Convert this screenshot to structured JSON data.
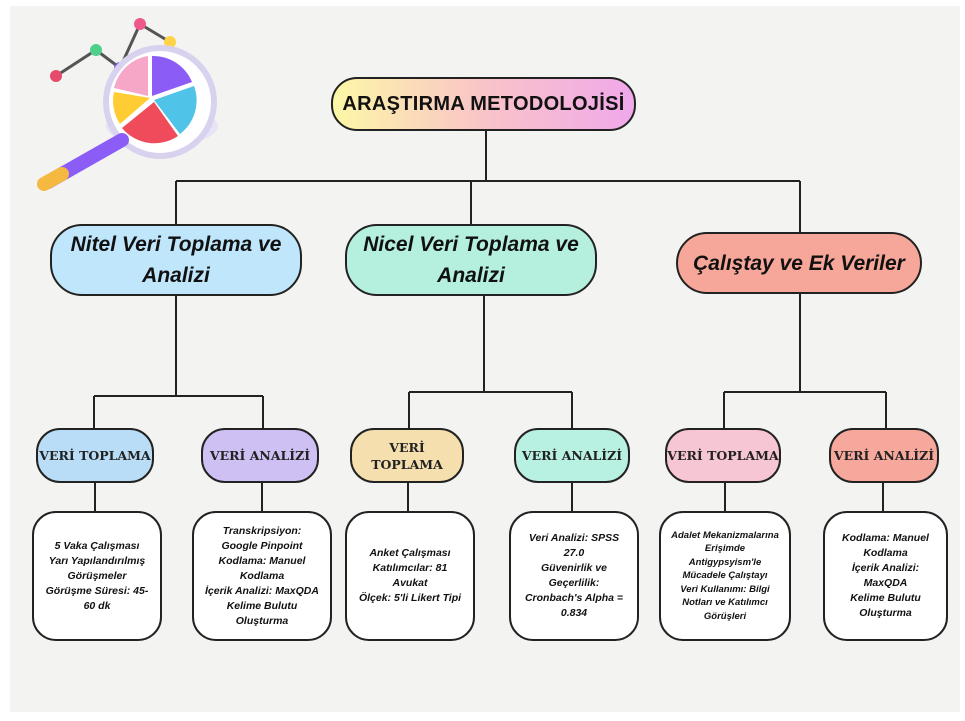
{
  "title": "ARAŞTIRMA METODOLOJİSİ",
  "categories": [
    {
      "label": "Nitel Veri Toplama ve Analizi",
      "color": "#bfe6fb",
      "collection": {
        "label": "VERİ TOPLAMA",
        "color": "#b9ddf7",
        "details": [
          "5 Vaka Çalışması",
          "Yarı Yapılandırılmış",
          "Görüşmeler",
          "Görüşme Süresi: 45-60 dk"
        ]
      },
      "analysis": {
        "label": "VERİ ANALİZİ",
        "color": "#cfc0f4",
        "details": [
          "Transkripsiyon: Google Pinpoint",
          "Kodlama: Manuel Kodlama",
          "İçerik Analizi: MaxQDA",
          "Kelime Bulutu Oluşturma"
        ]
      }
    },
    {
      "label": "Nicel Veri Toplama ve Analizi",
      "color": "#b5f0df",
      "collection": {
        "label": "VERİ TOPLAMA",
        "color": "#f6dfae",
        "details": [
          "Anket Çalışması",
          "Katılımcılar: 81 Avukat",
          "Ölçek: 5'li Likert Tipi"
        ]
      },
      "analysis": {
        "label": "VERİ ANALİZİ",
        "color": "#b8f1e2",
        "details": [
          "Veri Analizi: SPSS 27.0",
          "Güvenirlik ve Geçerlilik: Cronbach's Alpha = 0.834"
        ]
      }
    },
    {
      "label": "Çalıştay ve Ek Veriler",
      "color": "#f7a69a",
      "collection": {
        "label": "VERİ TOPLAMA",
        "color": "#f7c6d4",
        "details": [
          "Adalet Mekanizmalarına Erişimde Antigypsyism'le Mücadele Çalıştayı",
          "Veri Kullanımı: Bilgi Notları ve Katılımcı Görüşleri"
        ]
      },
      "analysis": {
        "label": "VERİ ANALİZİ",
        "color": "#f7a89c",
        "details": [
          "Kodlama: Manuel Kodlama",
          "İçerik Analizi: MaxQDA",
          "Kelime Bulutu Oluşturma"
        ]
      }
    }
  ],
  "decoration": {
    "icon": "chart-magnifier-icon"
  }
}
